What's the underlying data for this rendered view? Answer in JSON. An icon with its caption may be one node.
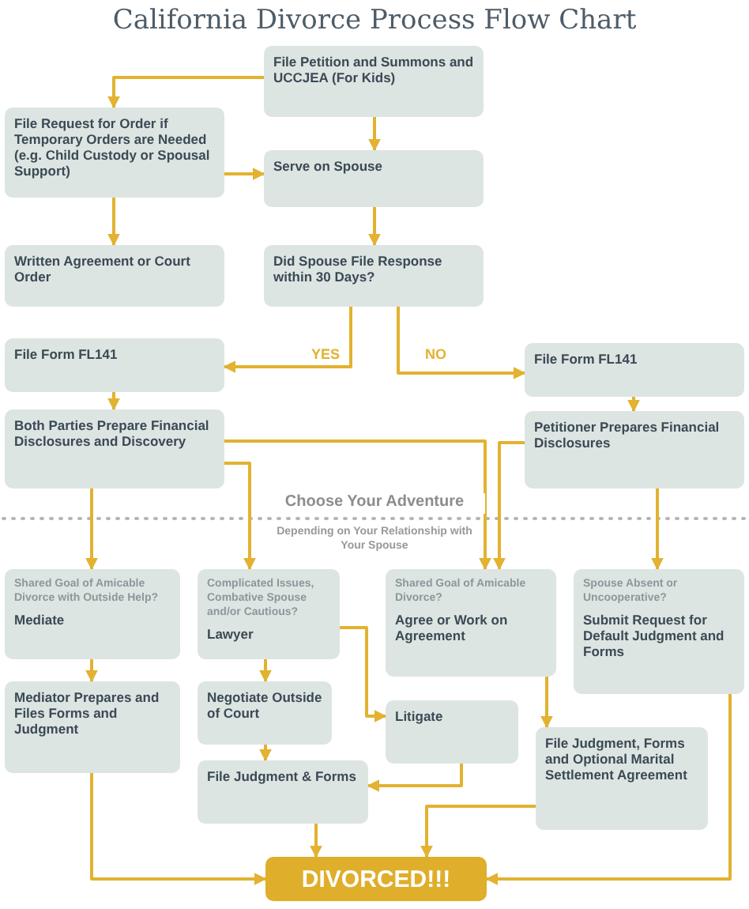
{
  "diagram": {
    "title": "California Divorce Process Flow Chart",
    "nodes": [
      {
        "text": [
          "File Petition and Summons and UCCJEA (For Kids)"
        ]
      },
      {
        "text": [
          "File Request for Order if Temporary Orders are Needed (e.g. Child Custody or Spousal Support)"
        ]
      },
      {
        "text": [
          "Serve on Spouse"
        ]
      },
      {
        "text": [
          "Written Agreement or Court Order"
        ]
      },
      {
        "text": [
          "Did Spouse File Response within 30 Days?"
        ]
      },
      {
        "text": [
          "File Form FL141"
        ]
      },
      {
        "text": [
          "File Form FL141"
        ]
      },
      {
        "text": [
          "Both Parties Prepare Financial Disclosures and Discovery"
        ]
      },
      {
        "text": [
          "Petitioner Prepares Financial Disclosures"
        ]
      },
      {
        "text": [
          "Shared Goal of Amicable Divorce with Outside Help?",
          "Mediate"
        ]
      },
      {
        "text": [
          "Complicated Issues, Combative Spouse and/or Cautious?",
          "Lawyer"
        ]
      },
      {
        "text": [
          "Shared Goal of Amicable Divorce?",
          "Agree or Work on Agreement"
        ]
      },
      {
        "text": [
          "Spouse Absent or Uncooperative?",
          "Submit Request for Default Judgment and Forms"
        ]
      },
      {
        "text": [
          "Mediator Prepares and Files Forms and Judgment"
        ]
      },
      {
        "text": [
          "Negotiate Outside of Court"
        ]
      },
      {
        "text": [
          "Litigate"
        ]
      },
      {
        "text": [
          "File Judgment, Forms and Optional Marital Settlement Agreement"
        ]
      },
      {
        "text": [
          "File Judgment & Forms"
        ]
      },
      {
        "text": [
          "DIVORCED!!!"
        ]
      }
    ],
    "edges": [
      {
        "from": 0,
        "to": 1,
        "arrow": "to"
      },
      {
        "from": 0,
        "to": 2,
        "arrow": "to"
      },
      {
        "from": 1,
        "to": 2,
        "arrow": "to"
      },
      {
        "from": 1,
        "to": 3,
        "arrow": "to"
      },
      {
        "from": 2,
        "to": 4,
        "arrow": "to"
      },
      {
        "from": 4,
        "to": 5,
        "arrow": "to",
        "label": "YES"
      },
      {
        "from": 4,
        "to": 6,
        "arrow": "to",
        "label": "NO"
      },
      {
        "from": 5,
        "to": 7,
        "arrow": "to"
      },
      {
        "from": 6,
        "to": 8,
        "arrow": "to"
      },
      {
        "from": 7,
        "to": 9,
        "arrow": "to"
      },
      {
        "from": 7,
        "to": 10,
        "arrow": "to"
      },
      {
        "from": 7,
        "to": 11,
        "arrow": "to"
      },
      {
        "from": 8,
        "to": 11,
        "arrow": "to"
      },
      {
        "from": 8,
        "to": 12,
        "arrow": "to"
      },
      {
        "from": 9,
        "to": 13,
        "arrow": "to"
      },
      {
        "from": 10,
        "to": 14,
        "arrow": "to"
      },
      {
        "from": 10,
        "to": 15,
        "arrow": "to"
      },
      {
        "from": 14,
        "to": 17,
        "arrow": "to"
      },
      {
        "from": 15,
        "to": 17,
        "arrow": "to"
      },
      {
        "from": 11,
        "to": 16,
        "arrow": "to"
      },
      {
        "from": 13,
        "to": 18,
        "arrow": "to"
      },
      {
        "from": 17,
        "to": 18,
        "arrow": "to"
      },
      {
        "from": 16,
        "to": 18,
        "arrow": "to"
      },
      {
        "from": 12,
        "to": 18,
        "arrow": "to"
      }
    ],
    "labels": [
      "Choose Your Adventure",
      "Depending on Your Relationship with Your Spouse"
    ]
  }
}
